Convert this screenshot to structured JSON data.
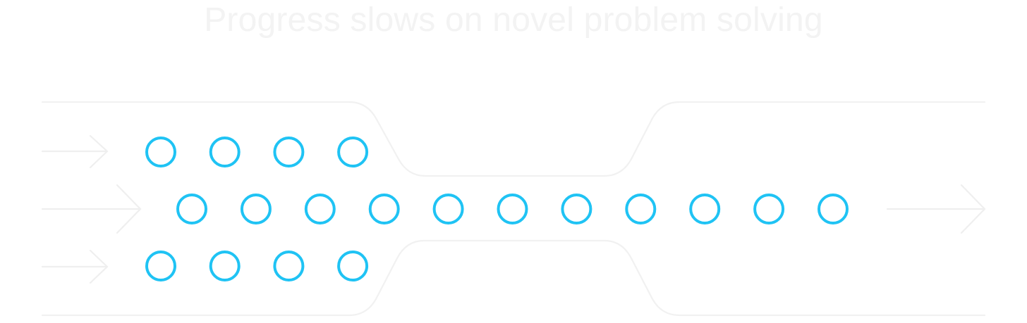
{
  "title": "Progress slows on novel problem solving",
  "colors": {
    "dot": "#1fc3f4",
    "outline": "#f1f1f1",
    "title": "#f3f3f3"
  },
  "lanes": [
    {
      "name": "top",
      "dot_count": 4
    },
    {
      "name": "middle",
      "dot_count": 11
    },
    {
      "name": "bottom",
      "dot_count": 4
    }
  ]
}
